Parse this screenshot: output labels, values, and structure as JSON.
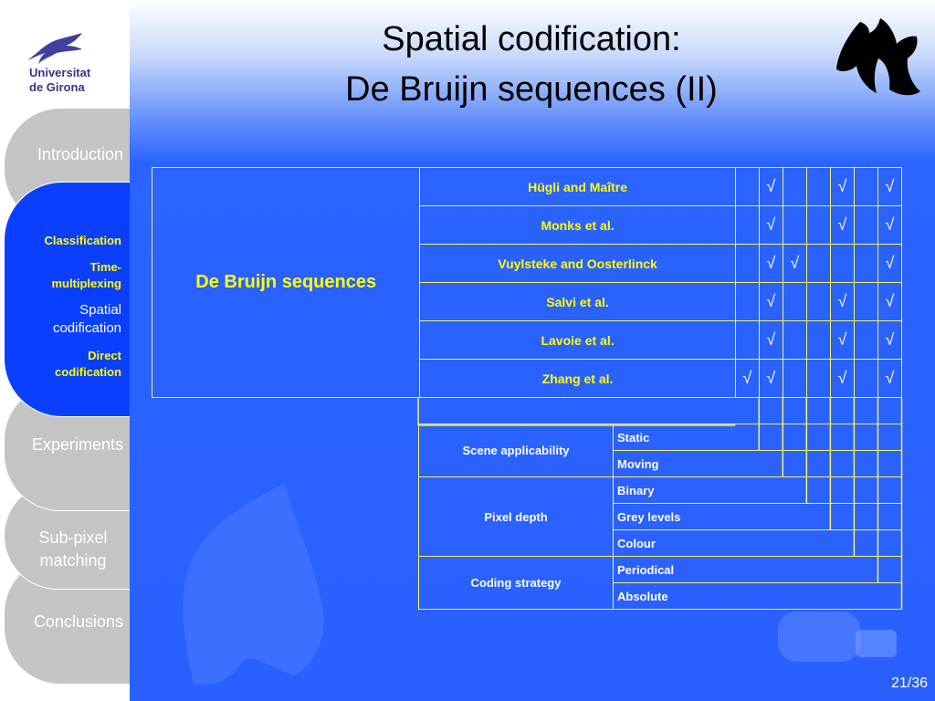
{
  "university": {
    "line1": "Universitat",
    "line2": "de Girona"
  },
  "sidebar": {
    "tabs": [
      {
        "label": "Introduction"
      },
      {
        "label": "Experiments"
      },
      {
        "label": "Sub-pixel matching"
      },
      {
        "label": "Conclusions"
      }
    ],
    "active_items": [
      {
        "label": "Classification"
      },
      {
        "label": "Time-multiplexing"
      },
      {
        "label": "Spatial codification"
      },
      {
        "label": "Direct codification"
      }
    ]
  },
  "slide": {
    "title_line1": "Spatial codification:",
    "title_line2": "De Bruijn sequences (II)",
    "category": "De Bruijn sequences",
    "rows": [
      {
        "author": "Hügli and Maître",
        "marks": [
          "",
          "√",
          "",
          "",
          "√",
          "",
          "√"
        ]
      },
      {
        "author": "Monks et al.",
        "marks": [
          "",
          "√",
          "",
          "",
          "√",
          "",
          "√"
        ]
      },
      {
        "author": "Vuylsteke and Oosterlinck",
        "marks": [
          "",
          "√",
          "√",
          "",
          "",
          "",
          "√"
        ]
      },
      {
        "author": "Salvi et al.",
        "marks": [
          "",
          "√",
          "",
          "",
          "√",
          "",
          "√"
        ]
      },
      {
        "author": "Lavoie et al.",
        "marks": [
          "",
          "√",
          "",
          "",
          "√",
          "",
          "√"
        ]
      },
      {
        "author": "Zhang et al.",
        "marks": [
          "√",
          "√",
          "",
          "",
          "√",
          "",
          "√"
        ]
      }
    ],
    "legend": [
      {
        "group": "Scene applicability",
        "values": [
          "Static",
          "Moving"
        ]
      },
      {
        "group": "Pixel depth",
        "values": [
          "Binary",
          "Grey levels",
          "Colour"
        ]
      },
      {
        "group": "Coding strategy",
        "values": [
          "Periodical",
          "Absolute"
        ]
      }
    ],
    "page": "21/36"
  },
  "colors": {
    "accent": "#ffff00",
    "active_tab": "#0a3fff",
    "inactive_tab": "#c4c4c4"
  }
}
